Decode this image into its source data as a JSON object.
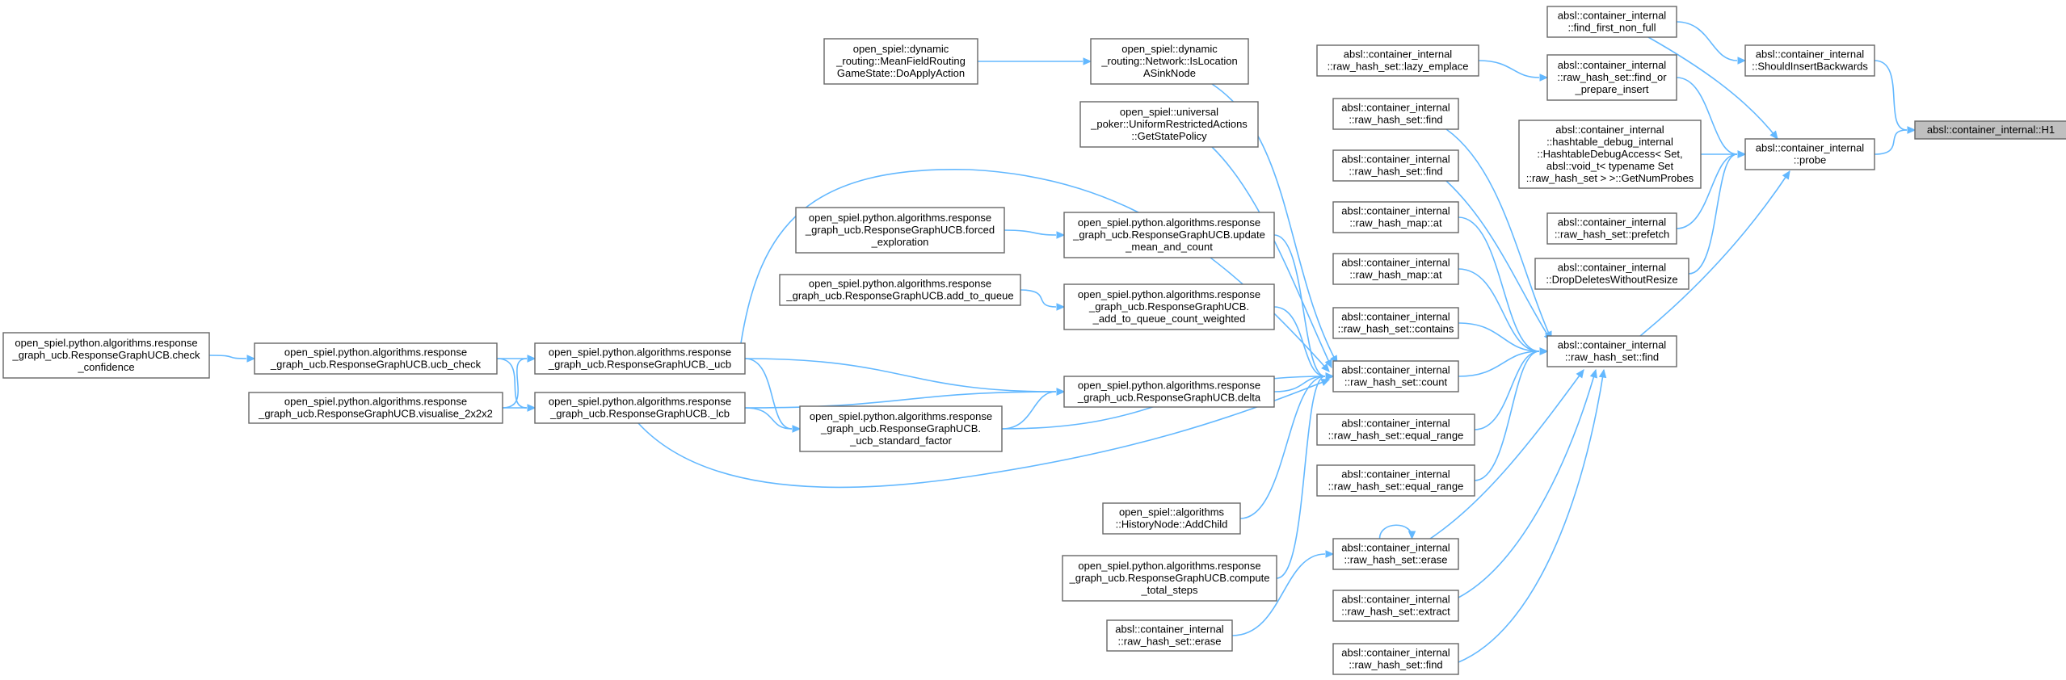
{
  "colors": {
    "edge": "#63b8ff",
    "node_border": "#666666",
    "node_fill": "#ffffff",
    "highlight_fill": "#bfbfbf"
  },
  "nodes": [
    {
      "id": "H1",
      "lines": [
        "absl::container_internal::H1"
      ],
      "highlight": true
    },
    {
      "id": "ShouldInsertBackwards",
      "lines": [
        "absl::container_internal",
        "::ShouldInsertBackwards"
      ]
    },
    {
      "id": "probe",
      "lines": [
        "absl::container_internal",
        "::probe"
      ]
    },
    {
      "id": "find_first_non_full",
      "lines": [
        "absl::container_internal",
        "::find_first_non_full"
      ]
    },
    {
      "id": "find_or_prepare_insert",
      "lines": [
        "absl::container_internal",
        "::raw_hash_set::find_or",
        "_prepare_insert"
      ]
    },
    {
      "id": "lazy_emplace",
      "lines": [
        "absl::container_internal",
        "::raw_hash_set::lazy_emplace"
      ]
    },
    {
      "id": "GetNumProbes",
      "lines": [
        "absl::container_internal",
        "::hashtable_debug_internal",
        "::HashtableDebugAccess< Set,",
        " absl::void_t< typename Set",
        "::raw_hash_set > >::GetNumProbes"
      ]
    },
    {
      "id": "prefetch",
      "lines": [
        "absl::container_internal",
        "::raw_hash_set::prefetch"
      ]
    },
    {
      "id": "DropDeletesWithoutResize",
      "lines": [
        "absl::container_internal",
        "::DropDeletesWithoutResize"
      ]
    },
    {
      "id": "find_main",
      "lines": [
        "absl::container_internal",
        "::raw_hash_set::find"
      ]
    },
    {
      "id": "find_a",
      "lines": [
        "absl::container_internal",
        "::raw_hash_set::find"
      ]
    },
    {
      "id": "find_b",
      "lines": [
        "absl::container_internal",
        "::raw_hash_set::find"
      ]
    },
    {
      "id": "map_at_a",
      "lines": [
        "absl::container_internal",
        "::raw_hash_map::at"
      ]
    },
    {
      "id": "map_at_b",
      "lines": [
        "absl::container_internal",
        "::raw_hash_map::at"
      ]
    },
    {
      "id": "contains",
      "lines": [
        "absl::container_internal",
        "::raw_hash_set::contains"
      ]
    },
    {
      "id": "count",
      "lines": [
        "absl::container_internal",
        "::raw_hash_set::count"
      ]
    },
    {
      "id": "equal_range_a",
      "lines": [
        "absl::container_internal",
        "::raw_hash_set::equal_range"
      ]
    },
    {
      "id": "equal_range_b",
      "lines": [
        "absl::container_internal",
        "::raw_hash_set::equal_range"
      ]
    },
    {
      "id": "erase_mid",
      "lines": [
        "absl::container_internal",
        "::raw_hash_set::erase"
      ]
    },
    {
      "id": "extract",
      "lines": [
        "absl::container_internal",
        "::raw_hash_set::extract"
      ]
    },
    {
      "id": "find_c",
      "lines": [
        "absl::container_internal",
        "::raw_hash_set::find"
      ]
    },
    {
      "id": "erase_left",
      "lines": [
        "absl::container_internal",
        "::raw_hash_set::erase"
      ]
    },
    {
      "id": "IsLocationASinkNode",
      "lines": [
        "open_spiel::dynamic",
        "_routing::Network::IsLocation",
        "ASinkNode"
      ]
    },
    {
      "id": "DoApplyAction",
      "lines": [
        "open_spiel::dynamic",
        "_routing::MeanFieldRouting",
        "GameState::DoApplyAction"
      ]
    },
    {
      "id": "GetStatePolicy",
      "lines": [
        "open_spiel::universal",
        "_poker::UniformRestrictedActions",
        "::GetStatePolicy"
      ]
    },
    {
      "id": "update_mean_and_count",
      "lines": [
        "open_spiel.python.algorithms.response",
        "_graph_ucb.ResponseGraphUCB.update",
        "_mean_and_count"
      ]
    },
    {
      "id": "forced_exploration",
      "lines": [
        "open_spiel.python.algorithms.response",
        "_graph_ucb.ResponseGraphUCB.forced",
        "_exploration"
      ]
    },
    {
      "id": "add_to_queue_count_weighted",
      "lines": [
        "open_spiel.python.algorithms.response",
        "_graph_ucb.ResponseGraphUCB.",
        "_add_to_queue_count_weighted"
      ]
    },
    {
      "id": "add_to_queue",
      "lines": [
        "open_spiel.python.algorithms.response",
        "_graph_ucb.ResponseGraphUCB.add_to_queue"
      ]
    },
    {
      "id": "delta",
      "lines": [
        "open_spiel.python.algorithms.response",
        "_graph_ucb.ResponseGraphUCB.delta"
      ]
    },
    {
      "id": "ucb_standard_factor",
      "lines": [
        "open_spiel.python.algorithms.response",
        "_graph_ucb.ResponseGraphUCB.",
        "_ucb_standard_factor"
      ]
    },
    {
      "id": "ucb",
      "lines": [
        "open_spiel.python.algorithms.response",
        "_graph_ucb.ResponseGraphUCB._ucb"
      ]
    },
    {
      "id": "lcb",
      "lines": [
        "open_spiel.python.algorithms.response",
        "_graph_ucb.ResponseGraphUCB._lcb"
      ]
    },
    {
      "id": "ucb_check",
      "lines": [
        "open_spiel.python.algorithms.response",
        "_graph_ucb.ResponseGraphUCB.ucb_check"
      ]
    },
    {
      "id": "visualise_2x2x2",
      "lines": [
        "open_spiel.python.algorithms.response",
        "_graph_ucb.ResponseGraphUCB.visualise_2x2x2"
      ]
    },
    {
      "id": "check_confidence",
      "lines": [
        "open_spiel.python.algorithms.response",
        "_graph_ucb.ResponseGraphUCB.check",
        "_confidence"
      ]
    },
    {
      "id": "AddChild",
      "lines": [
        "open_spiel::algorithms",
        "::HistoryNode::AddChild"
      ]
    },
    {
      "id": "compute_total_steps",
      "lines": [
        "open_spiel.python.algorithms.response",
        "_graph_ucb.ResponseGraphUCB.compute",
        "_total_steps"
      ]
    }
  ],
  "edges": [
    [
      "ShouldInsertBackwards",
      "H1"
    ],
    [
      "probe",
      "H1"
    ],
    [
      "find_first_non_full",
      "ShouldInsertBackwards"
    ],
    [
      "find_first_non_full",
      "probe"
    ],
    [
      "find_or_prepare_insert",
      "probe"
    ],
    [
      "lazy_emplace",
      "find_or_prepare_insert"
    ],
    [
      "GetNumProbes",
      "probe"
    ],
    [
      "prefetch",
      "probe"
    ],
    [
      "DropDeletesWithoutResize",
      "probe"
    ],
    [
      "find_main",
      "probe"
    ],
    [
      "find_a",
      "find_main"
    ],
    [
      "find_b",
      "find_main"
    ],
    [
      "map_at_a",
      "find_main"
    ],
    [
      "map_at_b",
      "find_main"
    ],
    [
      "contains",
      "find_main"
    ],
    [
      "count",
      "find_main"
    ],
    [
      "equal_range_a",
      "find_main"
    ],
    [
      "equal_range_b",
      "find_main"
    ],
    [
      "erase_mid",
      "find_main"
    ],
    [
      "extract",
      "find_main"
    ],
    [
      "find_c",
      "find_main"
    ],
    [
      "erase_mid",
      "erase_mid"
    ],
    [
      "erase_left",
      "erase_mid"
    ],
    [
      "IsLocationASinkNode",
      "count"
    ],
    [
      "DoApplyAction",
      "IsLocationASinkNode"
    ],
    [
      "GetStatePolicy",
      "count"
    ],
    [
      "update_mean_and_count",
      "count"
    ],
    [
      "forced_exploration",
      "update_mean_and_count"
    ],
    [
      "add_to_queue_count_weighted",
      "count"
    ],
    [
      "add_to_queue",
      "add_to_queue_count_weighted"
    ],
    [
      "delta",
      "count"
    ],
    [
      "ucb_standard_factor",
      "count"
    ],
    [
      "ucb_standard_factor",
      "delta"
    ],
    [
      "ucb",
      "delta"
    ],
    [
      "ucb",
      "count"
    ],
    [
      "ucb",
      "ucb_standard_factor"
    ],
    [
      "lcb",
      "delta"
    ],
    [
      "lcb",
      "ucb_standard_factor"
    ],
    [
      "lcb",
      "count"
    ],
    [
      "ucb_check",
      "ucb"
    ],
    [
      "ucb_check",
      "lcb"
    ],
    [
      "visualise_2x2x2",
      "ucb"
    ],
    [
      "visualise_2x2x2",
      "lcb"
    ],
    [
      "check_confidence",
      "ucb_check"
    ],
    [
      "AddChild",
      "count"
    ],
    [
      "compute_total_steps",
      "count"
    ]
  ]
}
